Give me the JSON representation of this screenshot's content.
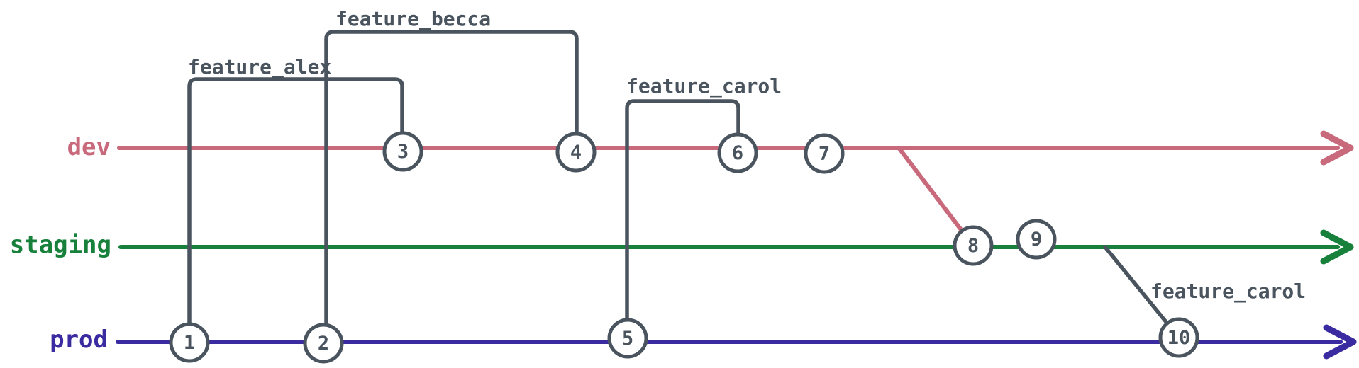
{
  "diagram": {
    "background": "#ffffff",
    "stroke_color": "#4a545e",
    "node_fill": "#ffffff",
    "branches": [
      {
        "label": "dev",
        "color": "#c8697c"
      },
      {
        "label": "staging",
        "color": "#17813c"
      },
      {
        "label": "prod",
        "color": "#3a2ba0"
      }
    ],
    "feature_branches": [
      {
        "label": "feature_alex"
      },
      {
        "label": "feature_becca"
      },
      {
        "label": "feature_carol"
      },
      {
        "label": "feature_carol"
      }
    ],
    "commits": [
      {
        "label": "1"
      },
      {
        "label": "2"
      },
      {
        "label": "3"
      },
      {
        "label": "4"
      },
      {
        "label": "5"
      },
      {
        "label": "6"
      },
      {
        "label": "7"
      },
      {
        "label": "8"
      },
      {
        "label": "9"
      },
      {
        "label": "10"
      }
    ]
  }
}
